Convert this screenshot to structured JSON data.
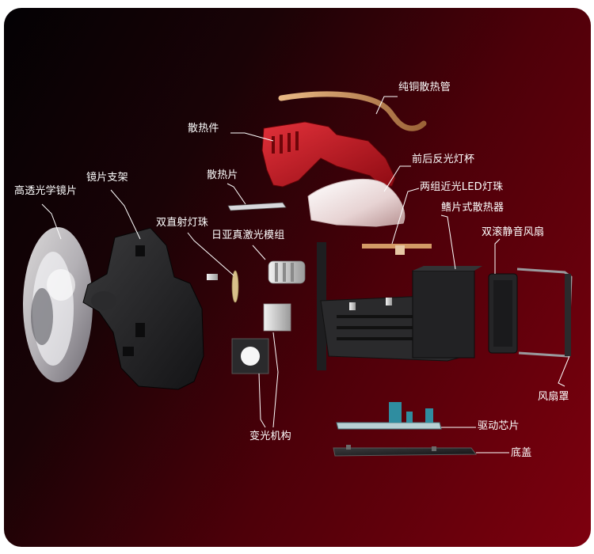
{
  "colors": {
    "bg_dark": "#030104",
    "bg_red": "#7e000e",
    "heatsink_red": "#c1121f",
    "copper": "#c8925a",
    "pcb_blue": "#2f8da0"
  },
  "labels": {
    "copper_heat_pipe": "纯铜散热管",
    "heatsink_part": "散热件",
    "reflector_cup": "前后反光灯杯",
    "heat_plate": "散热片",
    "dual_led": "两组近光LED灯珠",
    "lens_bracket": "镜片支架",
    "optical_lens": "高透光学镜片",
    "fin_heatsink": "鳍片式散热器",
    "dual_laser_chip": "双直射灯珠",
    "dual_fan": "双滚静音风扇",
    "nichia_laser": "日亚真激光模组",
    "fan_cover": "风扇罩",
    "shift_mechanism": "变光机构",
    "driver_chip": "驱动芯片",
    "bottom_cover": "底盖"
  }
}
